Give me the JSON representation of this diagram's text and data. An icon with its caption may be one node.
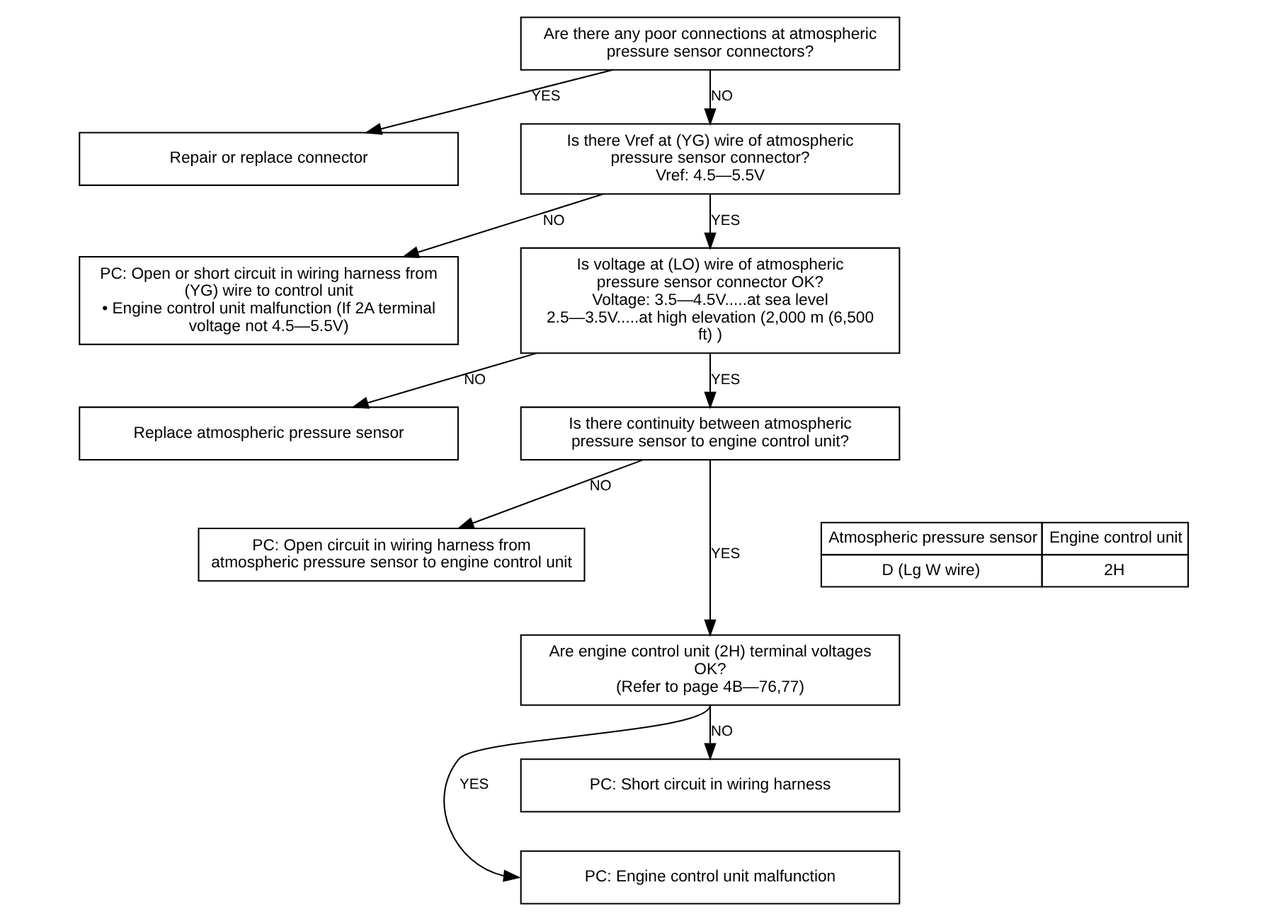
{
  "diagram": {
    "nodes": [
      {
        "text": [
          "Are there any poor connections at atmospheric pressure sensor connectors?"
        ]
      },
      {
        "text": [
          "Repair or replace connector"
        ]
      },
      {
        "text": [
          "Is there Vref at (YG) wire of atmospheric pressure sensor connector?",
          "Vref: 4.5—5.5V"
        ]
      },
      {
        "text": [
          "PC: Open or short circuit in wiring harness from (YG) wire to control unit",
          "• Engine control unit malfunction (If 2A terminal voltage not 4.5—5.5V)"
        ]
      },
      {
        "text": [
          "Is voltage at (LO) wire of atmospheric pressure sensor connector OK?",
          "Voltage: 3.5—4.5V.....at sea level 2.5—3.5V.....at high elevation (2,000 m (6,500 ft) )"
        ]
      },
      {
        "text": [
          "Replace atmospheric pressure sensor"
        ]
      },
      {
        "text": [
          "Is there continuity between atmospheric pressure sensor to engine control unit?"
        ]
      },
      {
        "text": [
          "PC: Open circuit in wiring harness from atmospheric pressure sensor to engine control unit"
        ]
      },
      {
        "text": [
          "Are engine control unit (2H) terminal voltages OK?",
          "(Refer to page 4B—76,77)"
        ]
      },
      {
        "text": [
          "PC: Short circuit in wiring harness"
        ]
      },
      {
        "text": [
          "PC: Engine control unit malfunction"
        ]
      }
    ],
    "edges": [
      {
        "from": 0,
        "to": 1,
        "arrow": "to",
        "label": "YES"
      },
      {
        "from": 0,
        "to": 2,
        "arrow": "to",
        "label": "NO"
      },
      {
        "from": 2,
        "to": 3,
        "arrow": "to",
        "label": "NO"
      },
      {
        "from": 2,
        "to": 4,
        "arrow": "to",
        "label": "YES"
      },
      {
        "from": 4,
        "to": 5,
        "arrow": "to",
        "label": "NO"
      },
      {
        "from": 4,
        "to": 6,
        "arrow": "to",
        "label": "YES"
      },
      {
        "from": 6,
        "to": 7,
        "arrow": "to",
        "label": "NO"
      },
      {
        "from": 6,
        "to": 8,
        "arrow": "to",
        "label": "YES"
      },
      {
        "from": 8,
        "to": 9,
        "arrow": "to",
        "label": "NO"
      },
      {
        "from": 8,
        "to": 10,
        "arrow": "to",
        "label": "YES"
      }
    ],
    "labels": [
      "Atmospheric pressure sensor",
      "Engine control unit",
      "D (Lg W wire)",
      "2H"
    ]
  }
}
